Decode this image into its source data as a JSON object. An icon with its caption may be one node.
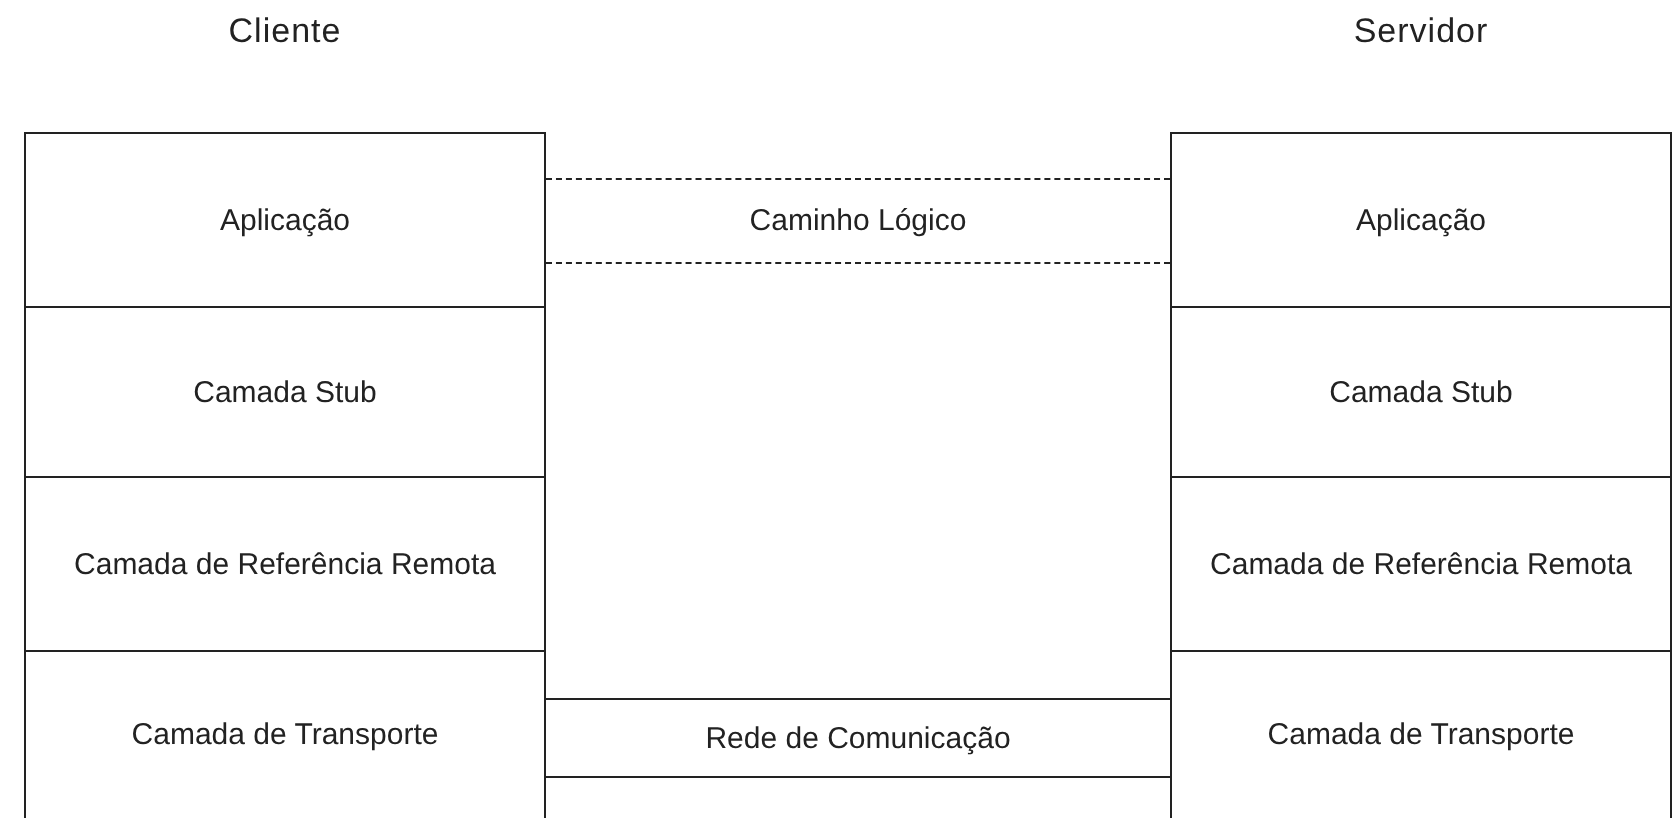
{
  "diagram": {
    "nodes": [
      {
        "text": [
          "Cliente"
        ]
      },
      {
        "text": [
          "Aplicação"
        ],
        "in": 0
      },
      {
        "text": [
          "Camada Stub"
        ],
        "in": 0
      },
      {
        "text": [
          "Camada de Referência Remota"
        ],
        "in": 0
      },
      {
        "text": [
          "Camada de Transporte"
        ],
        "in": 0
      },
      {
        "text": [
          "Servidor"
        ]
      },
      {
        "text": [
          "Aplicação"
        ],
        "in": 5
      },
      {
        "text": [
          "Camada Stub"
        ],
        "in": 5
      },
      {
        "text": [
          "Camada de Referência Remota"
        ],
        "in": 5
      },
      {
        "text": [
          "Camada de Transporte"
        ],
        "in": 5
      },
      {
        "text": [
          "Caminho Lógico"
        ]
      },
      {
        "text": [
          "Rede de Comunicação"
        ]
      }
    ]
  }
}
